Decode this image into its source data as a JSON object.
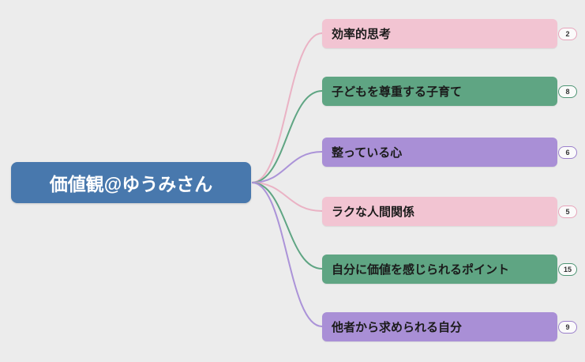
{
  "root": {
    "label": "価値観@ゆうみさん",
    "color": "#4878ad"
  },
  "branches": [
    {
      "label": "効率的思考",
      "count": "2",
      "color": "#f2c4d2",
      "connector_color": "#eab2c4"
    },
    {
      "label": "子どもを尊重する子育て",
      "count": "8",
      "color": "#5fa583",
      "connector_color": "#5fa583"
    },
    {
      "label": "整っている心",
      "count": "6",
      "color": "#a98fd6",
      "connector_color": "#ab93d8"
    },
    {
      "label": "ラクな人間関係",
      "count": "5",
      "color": "#f2c4d2",
      "connector_color": "#eab2c4"
    },
    {
      "label": "自分に価値を感じられるポイント",
      "count": "15",
      "color": "#5fa583",
      "connector_color": "#5fa583"
    },
    {
      "label": "他者から求められる自分",
      "count": "9",
      "color": "#a98fd6",
      "connector_color": "#ab93d8"
    }
  ],
  "background_color": "#ececec"
}
